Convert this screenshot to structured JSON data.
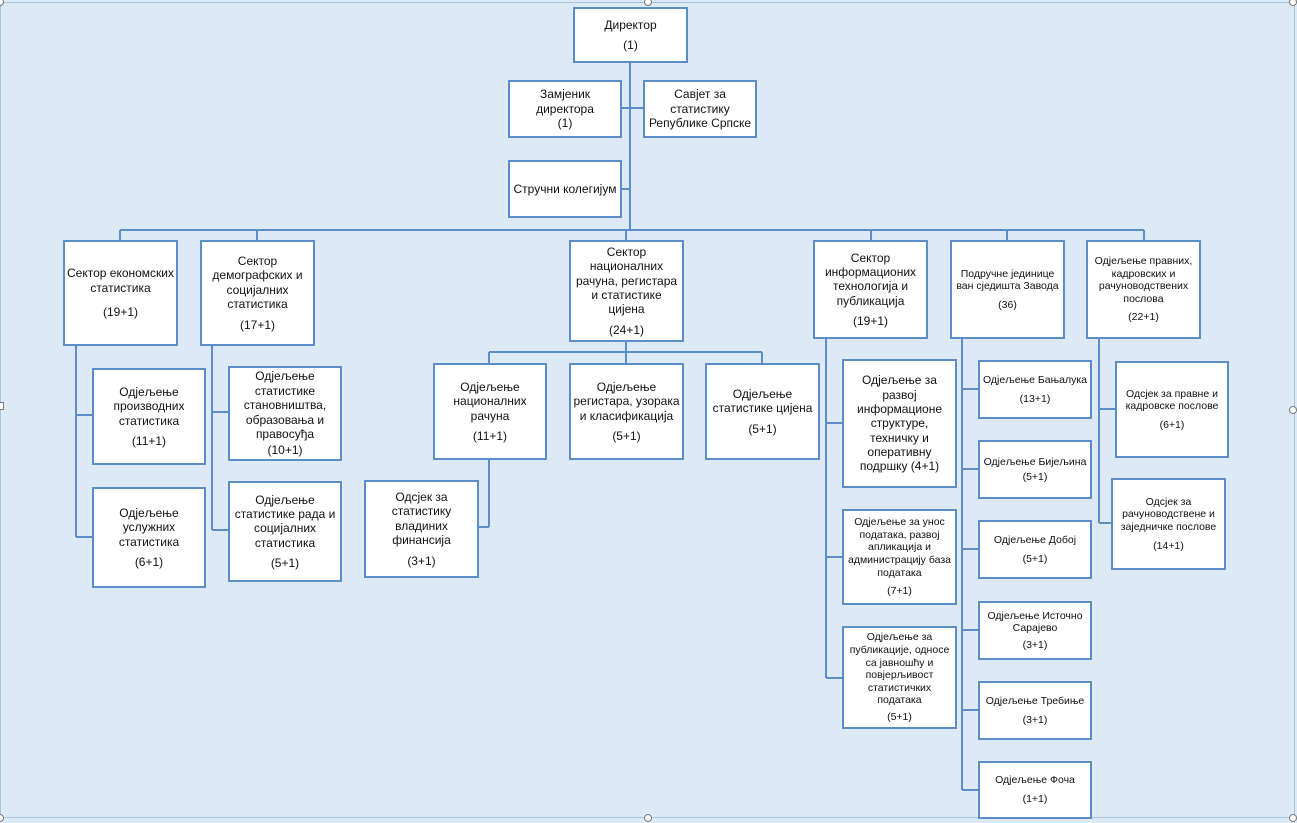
{
  "colors": {
    "background": "#dde9f5",
    "line": "#5b8ec6",
    "box_fill": "#ffffff"
  },
  "units": {
    "director": {
      "name": "Директор",
      "count": "(1)"
    },
    "deputy": {
      "name": "Замјеник директора",
      "count": "(1)"
    },
    "council": {
      "name": "Савјет за статистику Републике Српске"
    },
    "collegium": {
      "name": "Стручни колегијум"
    },
    "econ": {
      "name": "Сектор економских статистика",
      "count": "(19+1)"
    },
    "demo": {
      "name": "Сектор демографских и социјалних статистика",
      "count": "(17+1)"
    },
    "natacc": {
      "name": "Сектор националних рачуна, регистара и статистике цијена",
      "count": "(24+1)"
    },
    "it": {
      "name": "Сектор информационих технологија и публикација",
      "count": "(19+1)"
    },
    "regional": {
      "name": "Подручне јединице ван сједишта Завода",
      "count": "(36)"
    },
    "legal": {
      "name": "Одјељење правних, кадровских и рачуноводствених послова",
      "count": "(22+1)"
    },
    "prod": {
      "name": "Одјељење производних статистика",
      "count": "(11+1)"
    },
    "serv": {
      "name": "Одјељење услужних статистика",
      "count": "(6+1)"
    },
    "pop": {
      "name": "Одјељење статистике становништва, образовања и правосуђа",
      "count": "(10+1)"
    },
    "labour": {
      "name": "Одјељење статистике рада и социјалних статистика",
      "count": "(5+1)"
    },
    "natdept": {
      "name": "Одјељење националних рачуна",
      "count": "(11+1)"
    },
    "reg": {
      "name": "Одјељење регистара, узорака и класификација",
      "count": "(5+1)"
    },
    "prices": {
      "name": "Одјељење статистике цијена",
      "count": "(5+1)"
    },
    "govfin": {
      "name": "Одсјек за статистику владиних финансија",
      "count": "(3+1)"
    },
    "infra": {
      "name": "Одјељење за развој информационе структуре, техничку и оперативну подршку (4+1)"
    },
    "dataentry": {
      "name": "Одјељење за унос података, развој апликација и администрацију база података",
      "count": "(7+1)"
    },
    "pub": {
      "name": "Одјељење за публикације, односе са јавношћу и повјерљивост статистичких података",
      "count": "(5+1)"
    },
    "bl": {
      "name": "Одјељење Бањалука",
      "count": "(13+1)"
    },
    "bn": {
      "name": "Одјељење Бијељина",
      "count": "(5+1)"
    },
    "db": {
      "name": "Одјељење Добој",
      "count": "(5+1)"
    },
    "is": {
      "name": "Одјељење Источно Сарајево",
      "count": "(3+1)"
    },
    "tb": {
      "name": "Одјељење Требиње",
      "count": "(3+1)"
    },
    "fc": {
      "name": "Одјељење Фоча",
      "count": "(1+1)"
    },
    "hr": {
      "name": "Одсјек за правне и кадровске послове",
      "count": "(6+1)"
    },
    "acc": {
      "name": "Одсјек за рачуноводствене и заједничке послове",
      "count": "(14+1)"
    }
  }
}
